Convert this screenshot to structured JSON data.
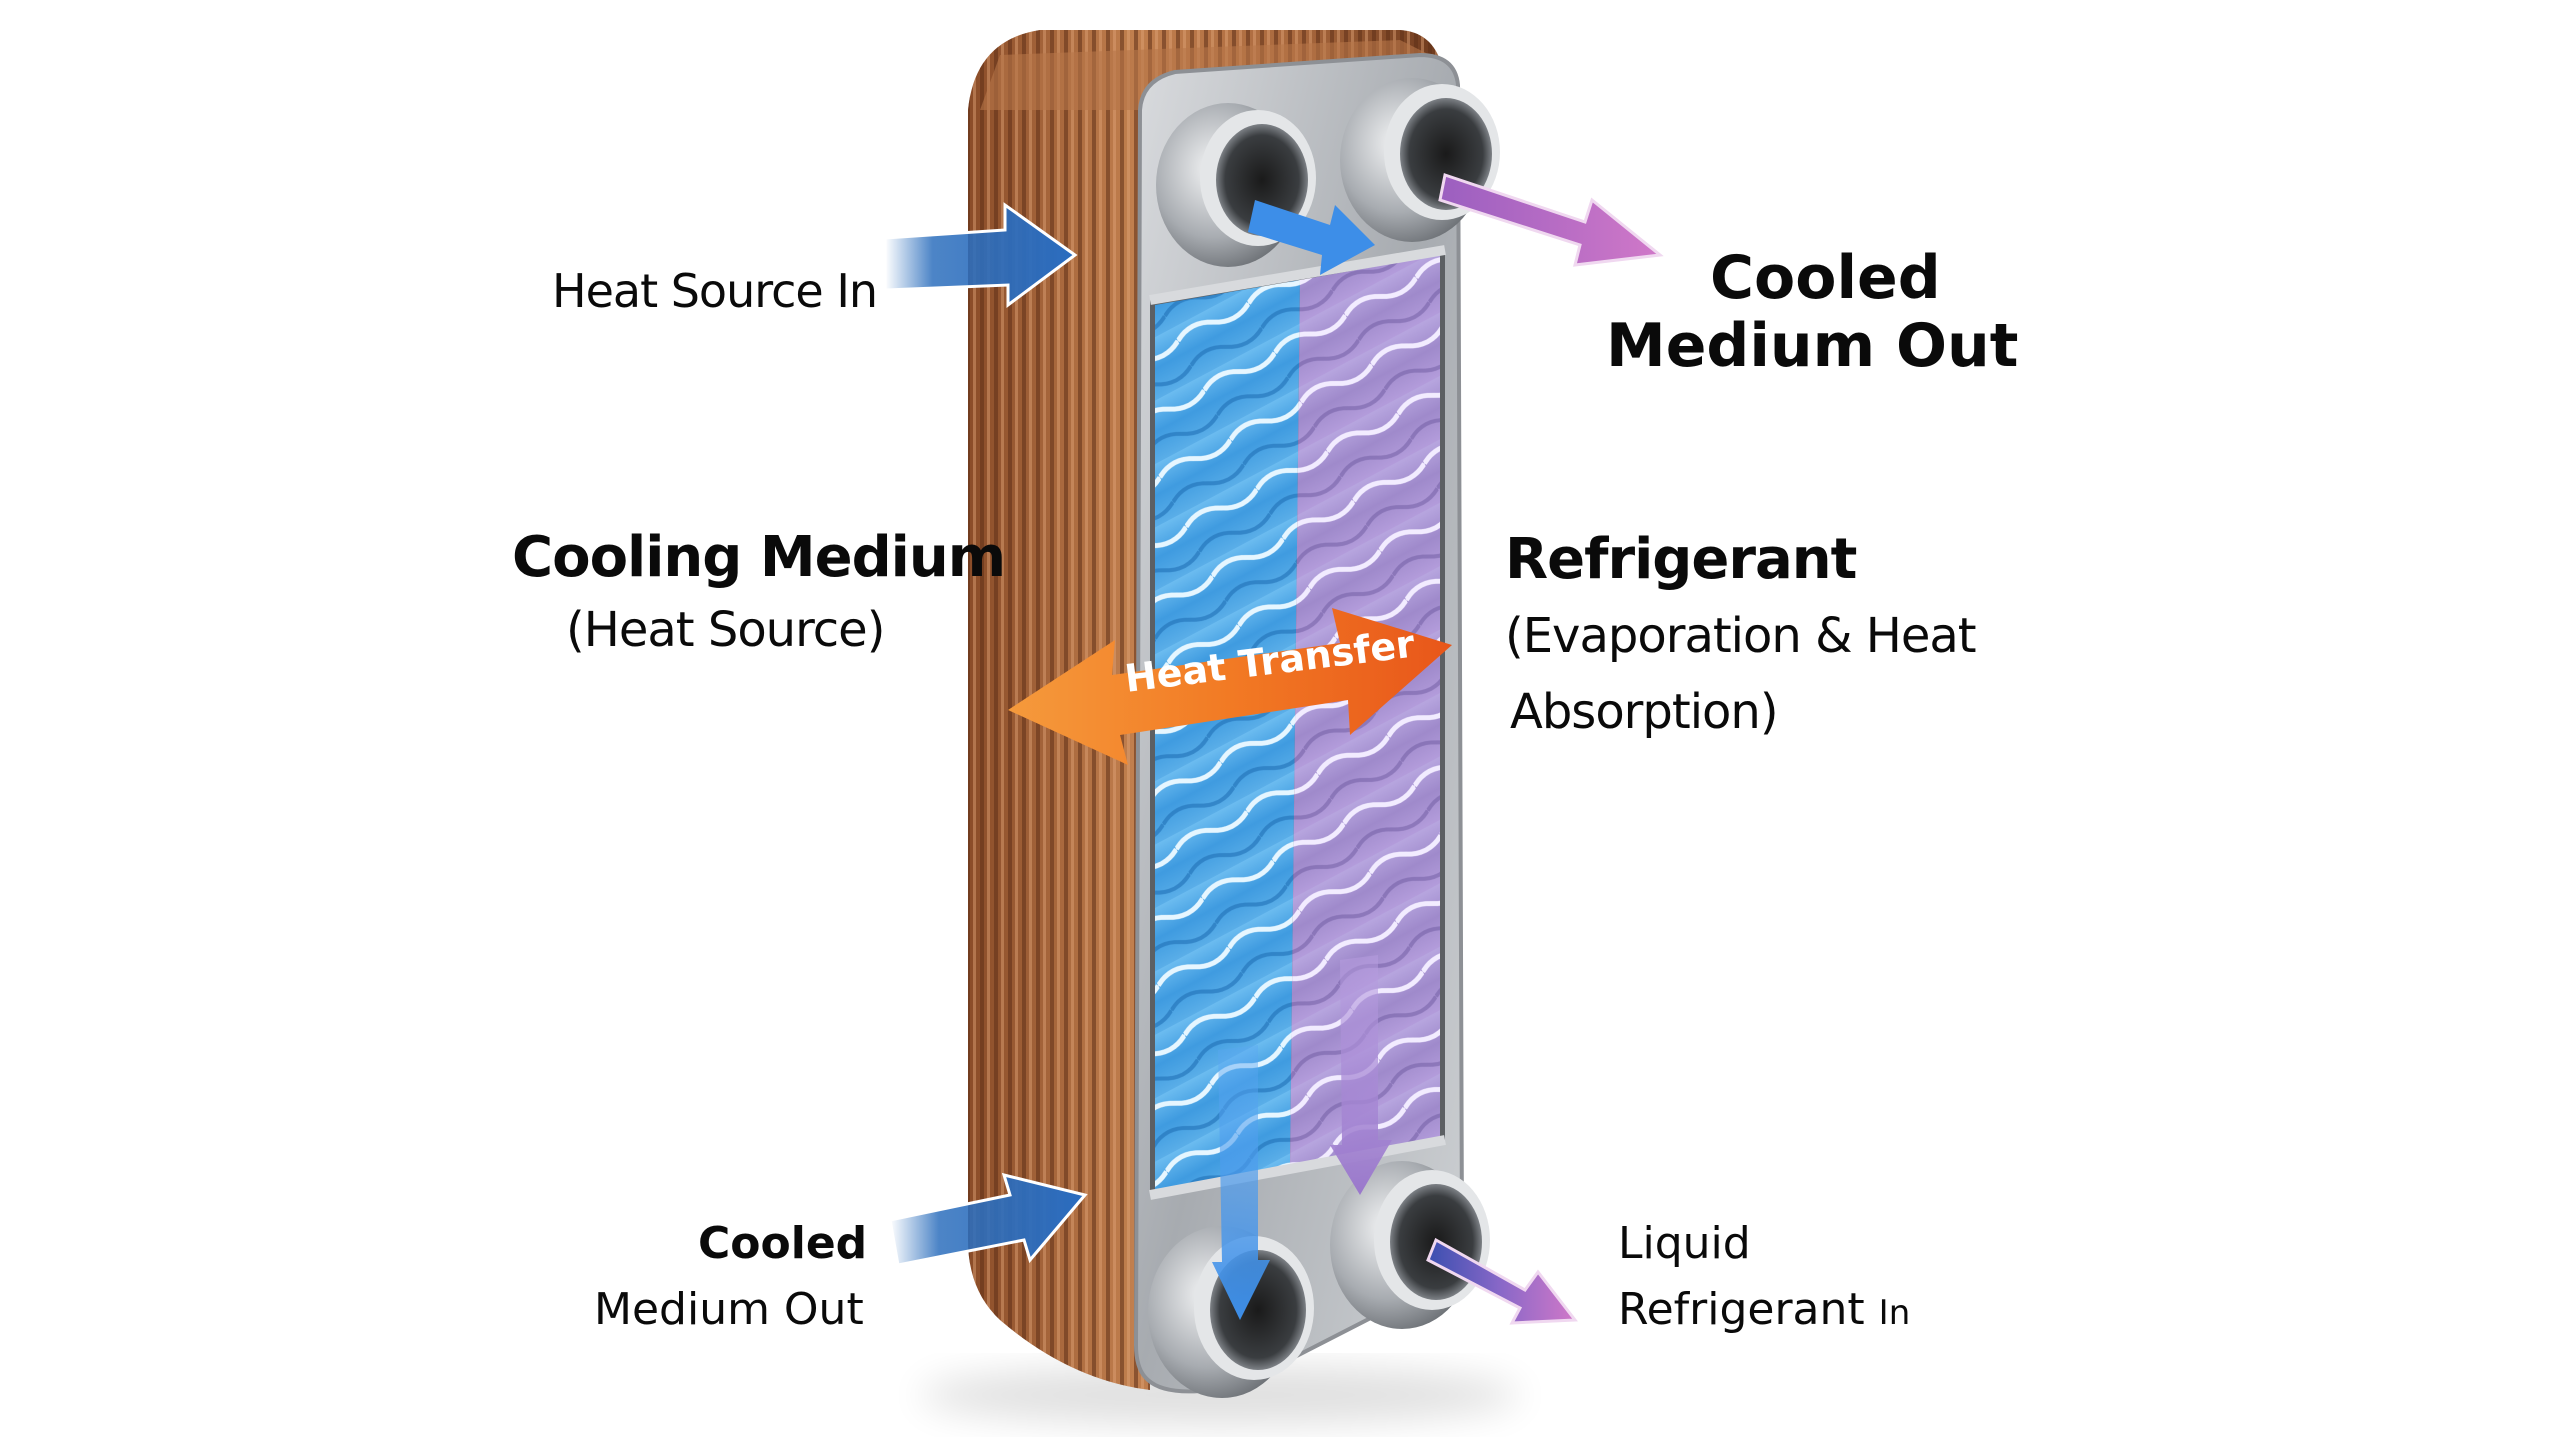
{
  "diagram": {
    "title": "Brazed Plate Heat Exchanger Flow Diagram",
    "subject": "plate-heat-exchanger",
    "colors": {
      "background": "#ffffff",
      "copper": "#b06a3c",
      "copper_dark": "#7a4222",
      "steel": "#b9bcc0",
      "cooling_side": "#3f9be0",
      "refrigerant_side": "#a890d0",
      "heat_source_arrow": "#2d6fbd",
      "refrigerant_arrow": "#c56cc4",
      "heat_transfer_arrow": "#f0661e",
      "text": "#0a0a0a",
      "heat_transfer_text": "#ffffff"
    },
    "labels": {
      "heat_source_in": "Heat Source In",
      "cooled_medium_out_top_line1": "Cooled",
      "cooled_medium_out_top_line2": "Medium Out",
      "cooling_medium_title": "Cooling Medium",
      "cooling_medium_sub": "(Heat Source)",
      "refrigerant_title": "Refrigerant",
      "refrigerant_sub_line1": "(Evaporation & Heat",
      "refrigerant_sub_line2": "Absorption)",
      "heat_transfer": "Heat Transfer",
      "cooled_medium_out_bottom_line1": "Cooled",
      "cooled_medium_out_bottom_line2": "Medium Out",
      "liquid_refrigerant_line1": "Liquid",
      "liquid_refrigerant_line2": "Refrigerant",
      "liquid_refrigerant_suffix": "In"
    },
    "flows": [
      {
        "name": "heat-source-in",
        "direction": "into exchanger, upper left",
        "color": "blue"
      },
      {
        "name": "cooled-medium-out-top",
        "direction": "out of top right port",
        "color": "purple"
      },
      {
        "name": "cooled-medium-out-bottom",
        "direction": "into exchanger, lower left",
        "color": "blue"
      },
      {
        "name": "liquid-refrigerant-in",
        "direction": "out of bottom right port",
        "color": "purple"
      },
      {
        "name": "heat-transfer",
        "direction": "bidirectional, between channels",
        "color": "orange"
      }
    ]
  }
}
